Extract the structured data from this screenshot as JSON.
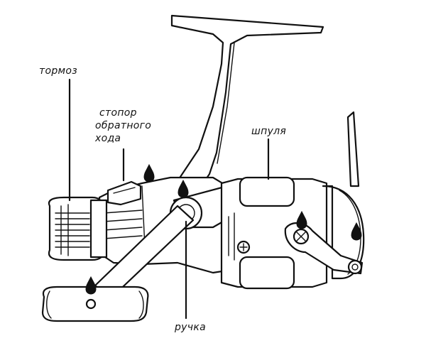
{
  "labels": {
    "brake": "тормоз",
    "stopper_line1": "стопор",
    "stopper_line2": "обратного",
    "stopper_line3": "хода",
    "spool": "шпуля",
    "handle": "ручка"
  },
  "colors": {
    "ink": "#111111",
    "background": "#ffffff"
  }
}
